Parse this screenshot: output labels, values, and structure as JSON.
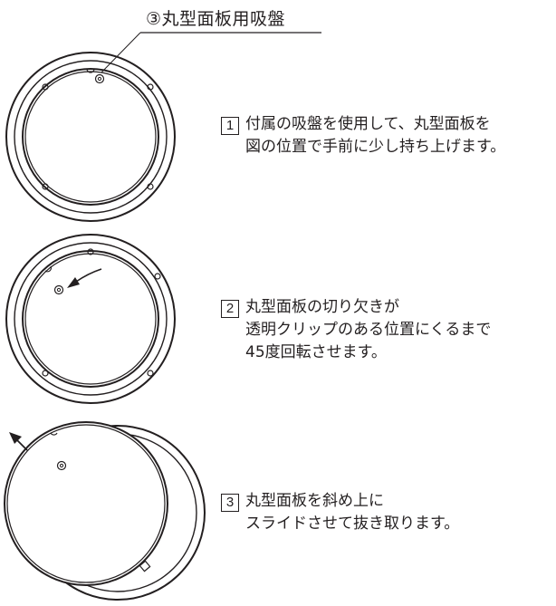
{
  "callout": {
    "label": "③丸型面板用吸盤"
  },
  "steps": [
    {
      "number": "1",
      "lines": [
        "付属の吸盤を使用して、丸型面板を",
        "図の位置で手前に少し持ち上げます。"
      ]
    },
    {
      "number": "2",
      "lines": [
        "丸型面板の切り欠きが",
        "透明クリップのある位置にくるまで",
        "45度回転させます。"
      ]
    },
    {
      "number": "3",
      "lines": [
        "丸型面板を斜め上に",
        "スライドさせて抜き取ります。"
      ]
    }
  ],
  "colors": {
    "ink": "#231f20",
    "background": "#ffffff"
  }
}
